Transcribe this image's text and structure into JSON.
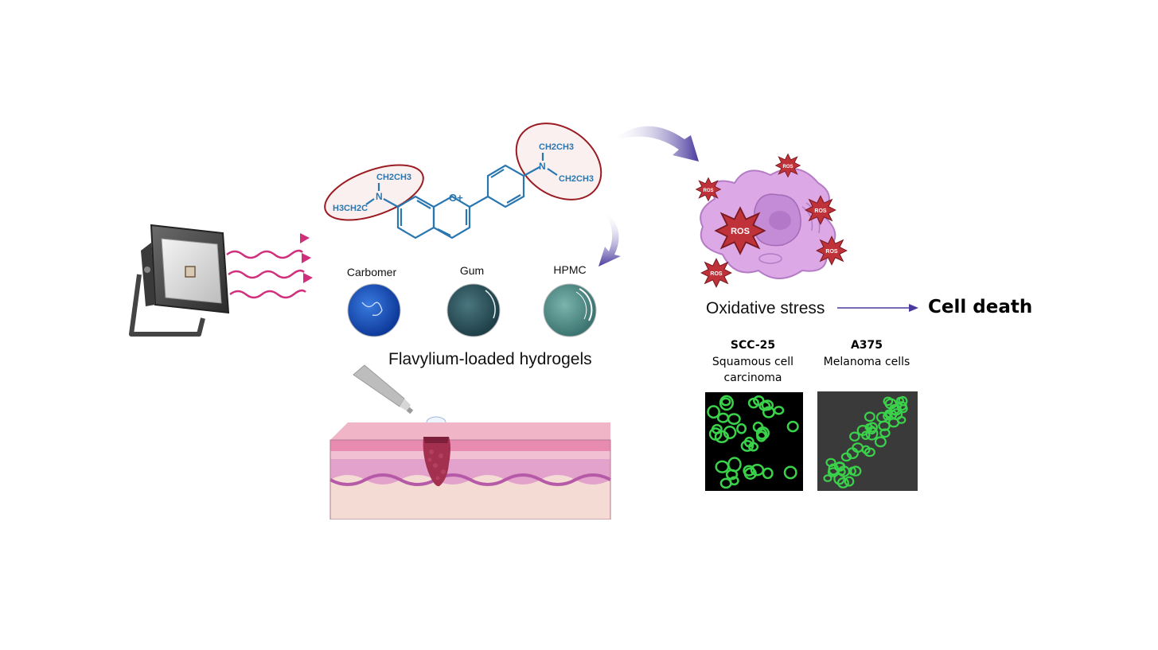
{
  "molecule": {
    "left_group": {
      "top": "CH2CH3",
      "n": "N",
      "side": "H3CH2C"
    },
    "right_group": {
      "top": "CH2CH3",
      "n": "N",
      "side": "CH2CH3"
    },
    "oxygen": "O+",
    "color_molecule": "#2a77b0",
    "color_highlight": "#9b1b22"
  },
  "hydrogels": {
    "caption": "Flavylium-loaded hydrogels",
    "items": [
      {
        "label": "Carbomer",
        "color": "#1a56c4"
      },
      {
        "label": "Gum",
        "color": "#2f5a63"
      },
      {
        "label": "HPMC",
        "color": "#4f918c"
      }
    ]
  },
  "cell": {
    "ros_label": "ROS",
    "color_cell": "#d9a6e6",
    "color_ros": "#c0323a"
  },
  "pathway": {
    "oxidative_stress": "Oxidative stress",
    "cell_death": "Cell death"
  },
  "cell_lines": [
    {
      "name": "SCC-25",
      "desc_line1": "Squamous cell",
      "desc_line2": "carcinoma"
    },
    {
      "name": "A375",
      "desc_line1": "Melanoma cells",
      "desc_line2": ""
    }
  ],
  "colors": {
    "light_waves": "#d02f7c",
    "arrow_purple": "#4b3a9e"
  }
}
